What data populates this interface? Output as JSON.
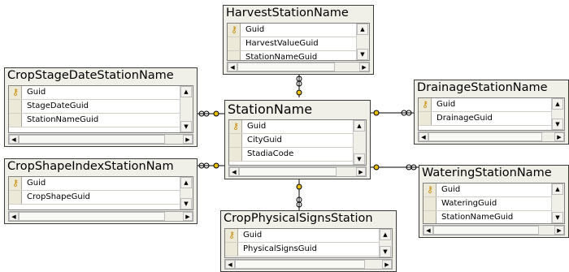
{
  "tables": {
    "harvest": {
      "name": "HarvestStationName",
      "columns": [
        "Guid",
        "HarvestValueGuid",
        "StationNameGuid"
      ]
    },
    "cropstage": {
      "name": "CropStageDateStationName",
      "columns": [
        "Guid",
        "StageDateGuid",
        "StationNameGuid"
      ]
    },
    "station": {
      "name": "StationName",
      "columns": [
        "Guid",
        "CityGuid",
        "StadiaCode"
      ]
    },
    "drainage": {
      "name": "DrainageStationName",
      "columns": [
        "Guid",
        "DrainageGuid"
      ]
    },
    "cropshape": {
      "name": "CropShapeIndexStationNam",
      "columns": [
        "Guid",
        "CropShapeGuid"
      ]
    },
    "watering": {
      "name": "WateringStationName",
      "columns": [
        "Guid",
        "WateringGuid",
        "StationNameGuid"
      ]
    },
    "physical": {
      "name": "CropPhysicalSignsStation",
      "columns": [
        "Guid",
        "PhysicalSignsGuid"
      ]
    }
  },
  "icons": {
    "primary_key": "key-icon",
    "relationship": "relationship-connector"
  }
}
